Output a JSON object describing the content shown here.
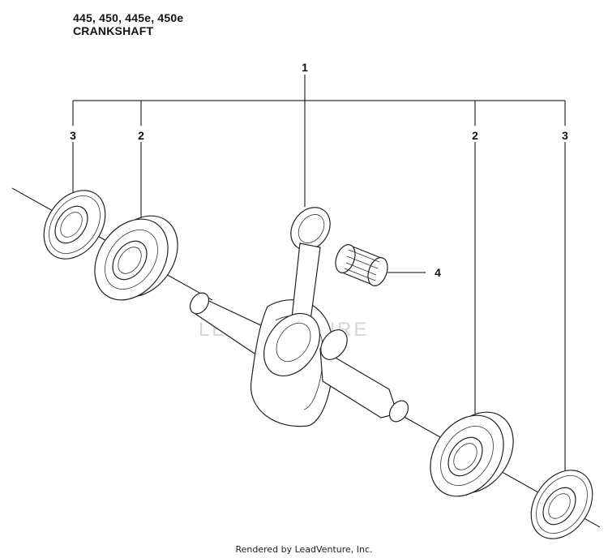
{
  "header": {
    "models": "445, 450, 445e, 450e",
    "title": "CRANKSHAFT"
  },
  "callouts": [
    "1",
    "2",
    "3",
    "2",
    "3",
    "4"
  ],
  "watermark": "LEADVENTURE",
  "footer": "Rendered by LeadVenture, Inc."
}
